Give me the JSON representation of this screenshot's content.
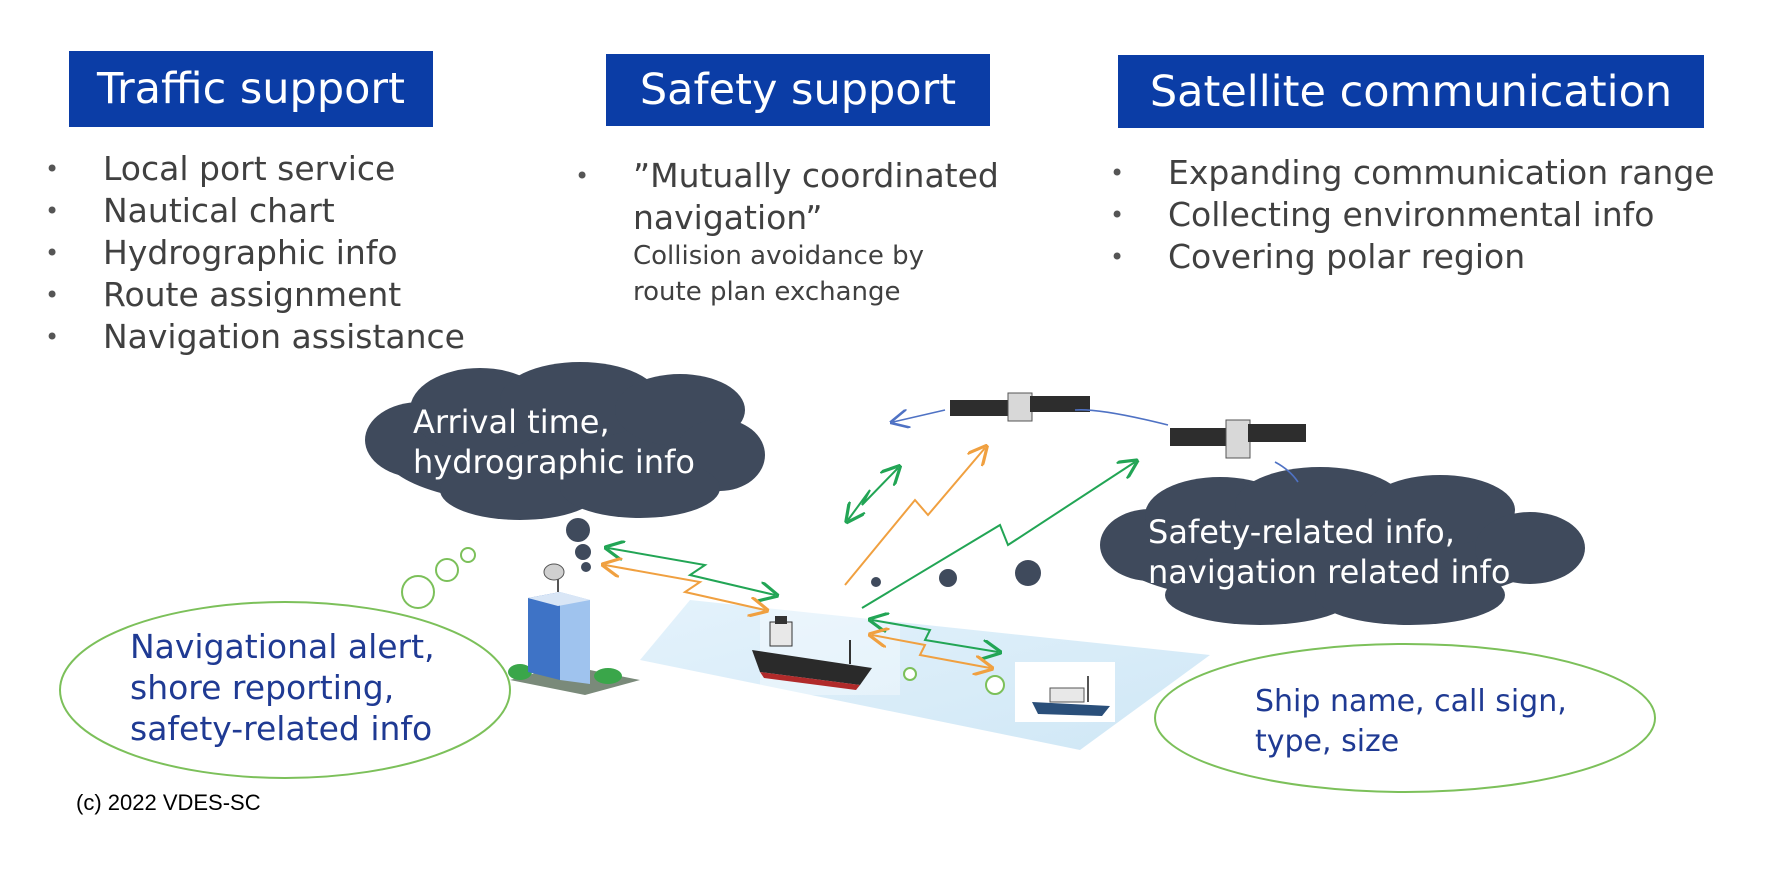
{
  "sections": {
    "traffic": {
      "title": "Traffic support",
      "items": [
        "Local port service",
        "Nautical chart",
        "Hydrographic info",
        "Route assignment",
        "Navigation assistance"
      ]
    },
    "safety": {
      "title": "Safety support",
      "bullet": "”Mutually coordinated navigation”",
      "line1": "”Mutually coordinated",
      "line2": "navigation”",
      "sub1": "Collision avoidance by",
      "sub2": "route plan exchange"
    },
    "satellite": {
      "title": "Satellite communication",
      "items": [
        "Expanding communication range",
        "Collecting environmental info",
        "Covering polar region"
      ]
    }
  },
  "clouds": {
    "shore_dark": [
      "Arrival time,",
      "hydrographic info"
    ],
    "sat_dark": [
      "Safety-related info,",
      "navigation related info"
    ],
    "shore_light": [
      "Navigational alert,",
      "shore reporting,",
      "safety-related info"
    ],
    "ship_light": [
      "Ship name, call sign,",
      "type, size"
    ]
  },
  "copyright": "(c) 2022 VDES-SC",
  "colors": {
    "header_bg": "#0b3da6",
    "dark_cloud": "#3f4a5c",
    "light_cloud_stroke": "#7cc05a",
    "link_green": "#22a555",
    "link_orange": "#f0a040",
    "link_blue": "#4f72c4"
  }
}
